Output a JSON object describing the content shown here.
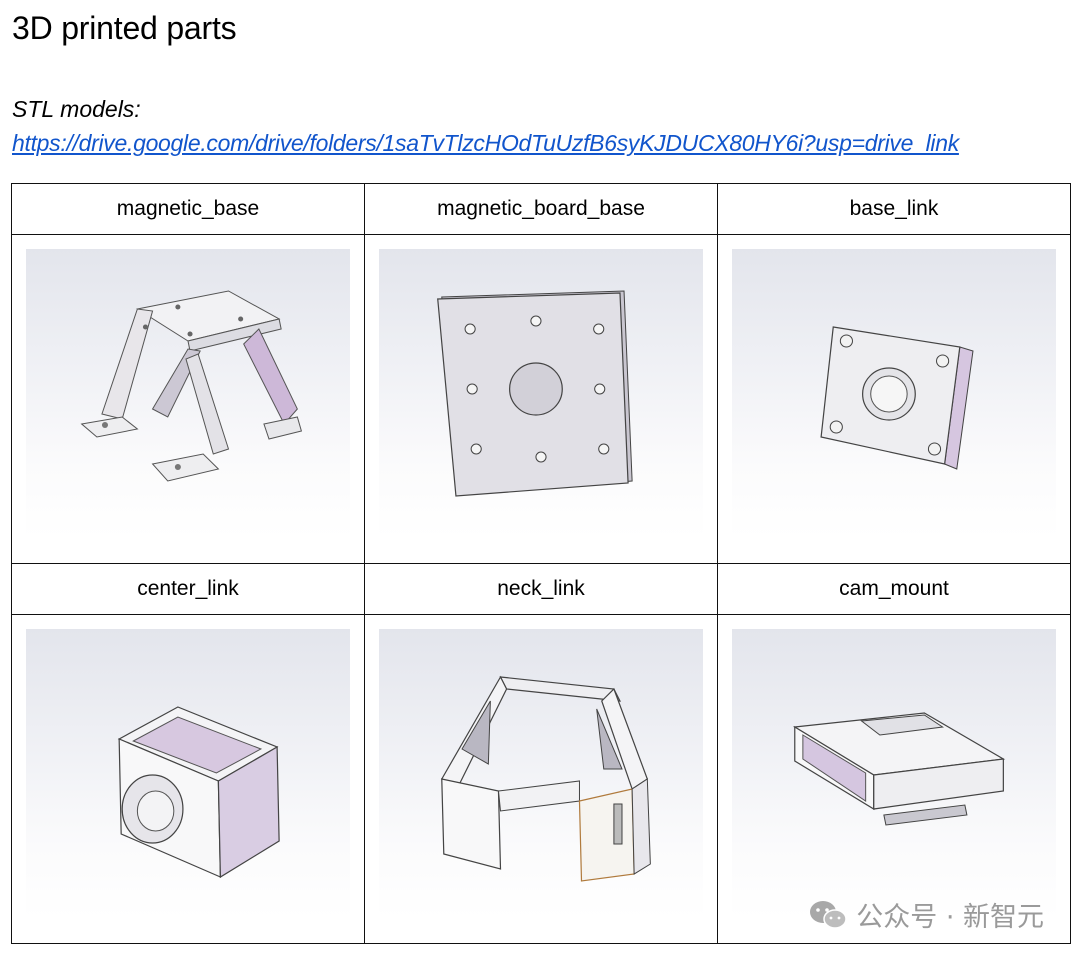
{
  "page": {
    "title": "3D printed parts",
    "stl_label": "STL models:",
    "stl_link": "https://drive.google.com/drive/folders/1saTvTlzcHOdTuUzfB6syKJDUCX80HY6i?usp=drive_link"
  },
  "parts": [
    {
      "name": "magnetic_base"
    },
    {
      "name": "magnetic_board_base"
    },
    {
      "name": "base_link"
    },
    {
      "name": "center_link"
    },
    {
      "name": "neck_link"
    },
    {
      "name": "cam_mount"
    }
  ],
  "watermark": {
    "text": "公众号 · 新智元",
    "icon": "wechat-icon"
  }
}
